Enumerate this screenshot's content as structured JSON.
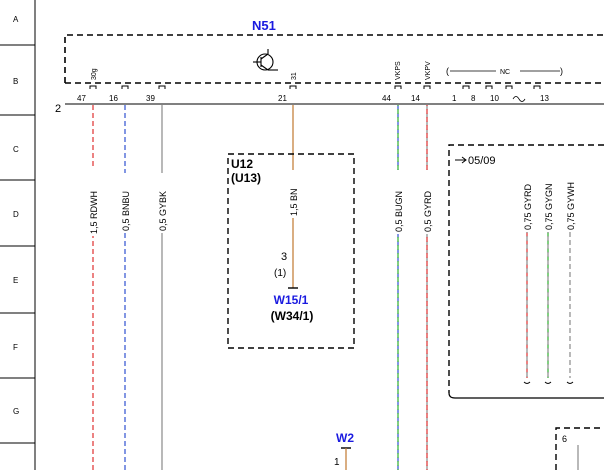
{
  "rows": [
    "A",
    "B",
    "C",
    "D",
    "E",
    "F",
    "G"
  ],
  "colors": {
    "blue_label": "#1a1ae0",
    "red_wire": "#e03030",
    "blue_wire": "#3050d0",
    "grey_wire": "#8a8a8a",
    "brown_wire": "#c07830",
    "green_wire": "#30b030",
    "frame": "#000000"
  },
  "module": {
    "name": "N51",
    "symbol": "transistor-icon",
    "sheet_ref": "2",
    "pin_names": {
      "30g": "30g",
      "31": "31",
      "vkps": "VKPS",
      "vkpv": "VKPV",
      "nc": "NC"
    },
    "pins": [
      "47",
      "16",
      "39",
      "21",
      "44",
      "14",
      "1",
      "8",
      "10",
      "13"
    ]
  },
  "wires": {
    "w47": "1,5 RDWH",
    "w16": "0,5 BNBU",
    "w39": "0,5 GYBK",
    "w21": "1,5 BN",
    "w44": "0,5 BUGN",
    "w14": "0,5 GYRD",
    "r1": "0,75 GYRD",
    "r2": "0,75 GYGN",
    "r3": "0,75 GYWH"
  },
  "u12_box": {
    "name": "U12",
    "alt": "(U13)",
    "pin": "3",
    "pin_alt": "(1)",
    "ground": "W15/1",
    "ground_alt": "(W34/1)"
  },
  "ref_box": {
    "ref": "05/09"
  },
  "w2": {
    "name": "W2",
    "pin": "1"
  },
  "corner_box": {
    "label": "6"
  }
}
